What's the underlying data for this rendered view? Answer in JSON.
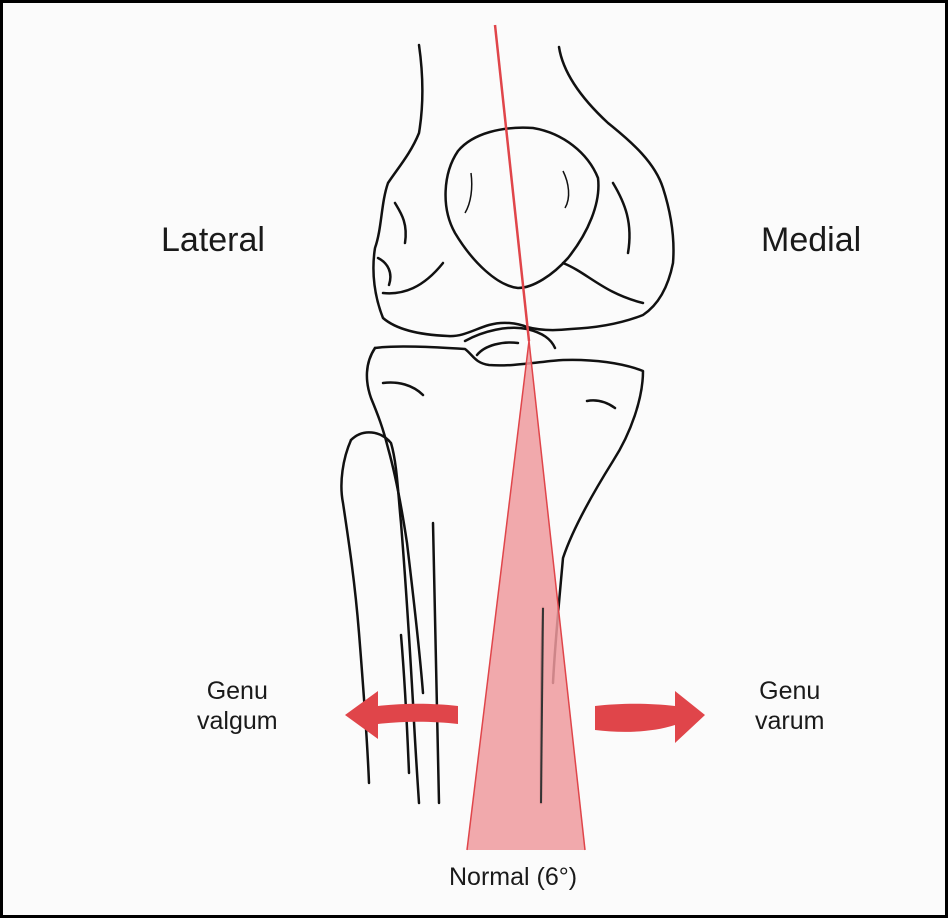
{
  "labels": {
    "lateral": "Lateral",
    "medial": "Medial",
    "valgus_line1": "Genu",
    "valgus_line2": "valgum",
    "varus_line1": "Genu",
    "varus_line2": "varum",
    "normal": "Normal (6°)"
  },
  "colors": {
    "border": "#000000",
    "bone_outline": "#111111",
    "axis_line": "#e0454a",
    "wedge_fill": "#ef9a9e",
    "arrow_fill": "#e0454a"
  },
  "angle_degrees": 6
}
